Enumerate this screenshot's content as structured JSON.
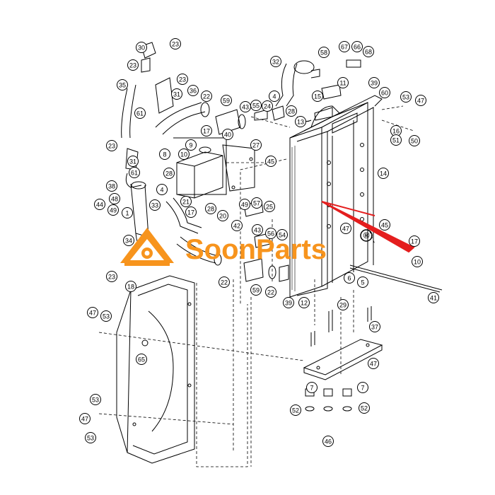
{
  "brand": {
    "name": "SoonParts",
    "registered_mark": "®",
    "color": "#f7941d"
  },
  "arrow_color": "#e41e1e",
  "callouts": [
    "1",
    "4",
    "5",
    "6",
    "7",
    "8",
    "9",
    "10",
    "11",
    "12",
    "13",
    "14",
    "15",
    "16",
    "17",
    "18",
    "20",
    "21",
    "22",
    "23",
    "24",
    "25",
    "27",
    "28",
    "29",
    "30",
    "31",
    "32",
    "33",
    "34",
    "35",
    "36",
    "37",
    "38",
    "39",
    "40",
    "41",
    "42",
    "43",
    "44",
    "45",
    "46",
    "47",
    "48",
    "49",
    "50",
    "51",
    "52",
    "53",
    "54",
    "55",
    "56",
    "57",
    "58",
    "59",
    "60",
    "61",
    "65",
    "66",
    "67",
    "68"
  ]
}
